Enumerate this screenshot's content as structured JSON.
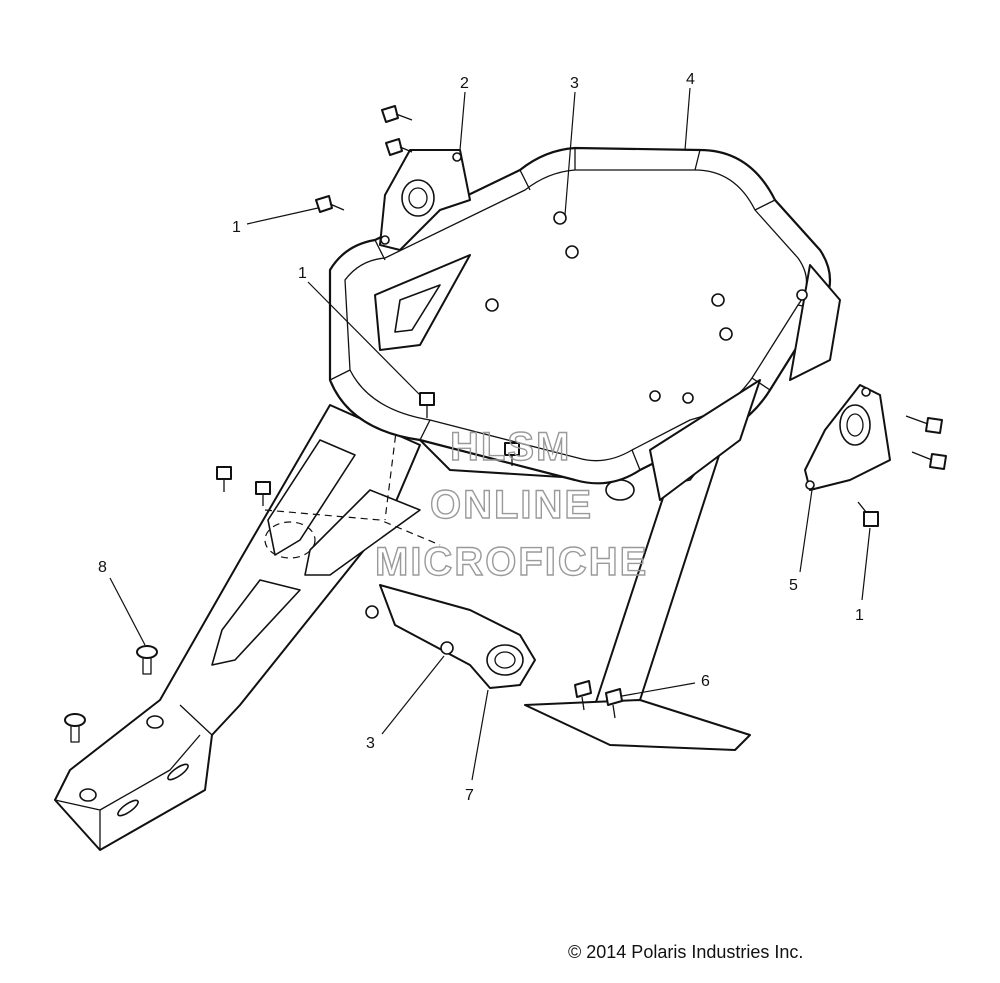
{
  "callouts": [
    {
      "id": "c1a",
      "text": "1"
    },
    {
      "id": "c2",
      "text": "2"
    },
    {
      "id": "c3a",
      "text": "3"
    },
    {
      "id": "c4",
      "text": "4"
    },
    {
      "id": "c1b",
      "text": "1"
    },
    {
      "id": "c8",
      "text": "8"
    },
    {
      "id": "c5",
      "text": "5"
    },
    {
      "id": "c1c",
      "text": "1"
    },
    {
      "id": "c6",
      "text": "6"
    },
    {
      "id": "c3b",
      "text": "3"
    },
    {
      "id": "c7",
      "text": "7"
    }
  ],
  "watermark": {
    "line1": "HLSM",
    "line2": "ONLINE",
    "line3": "MICROFICHE"
  },
  "copyright": "© 2014 Polaris Industries Inc."
}
